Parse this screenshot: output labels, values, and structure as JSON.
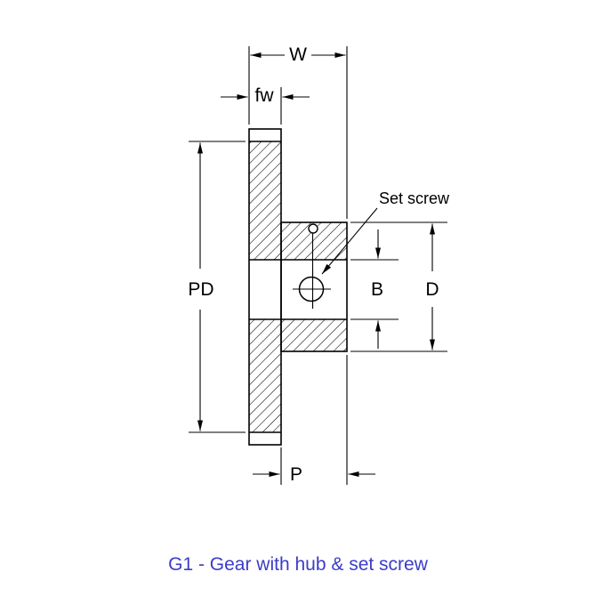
{
  "diagram": {
    "caption": "G1 - Gear with hub & set screw",
    "labels": {
      "overall_width": "W",
      "face_width": "fw",
      "pitch_diameter": "PD",
      "set_screw": "Set screw",
      "bore": "B",
      "hub_diameter": "D",
      "hub_projection": "P"
    },
    "colors": {
      "line": "#000000",
      "caption": "#3c3cc8",
      "background": "#ffffff"
    }
  }
}
